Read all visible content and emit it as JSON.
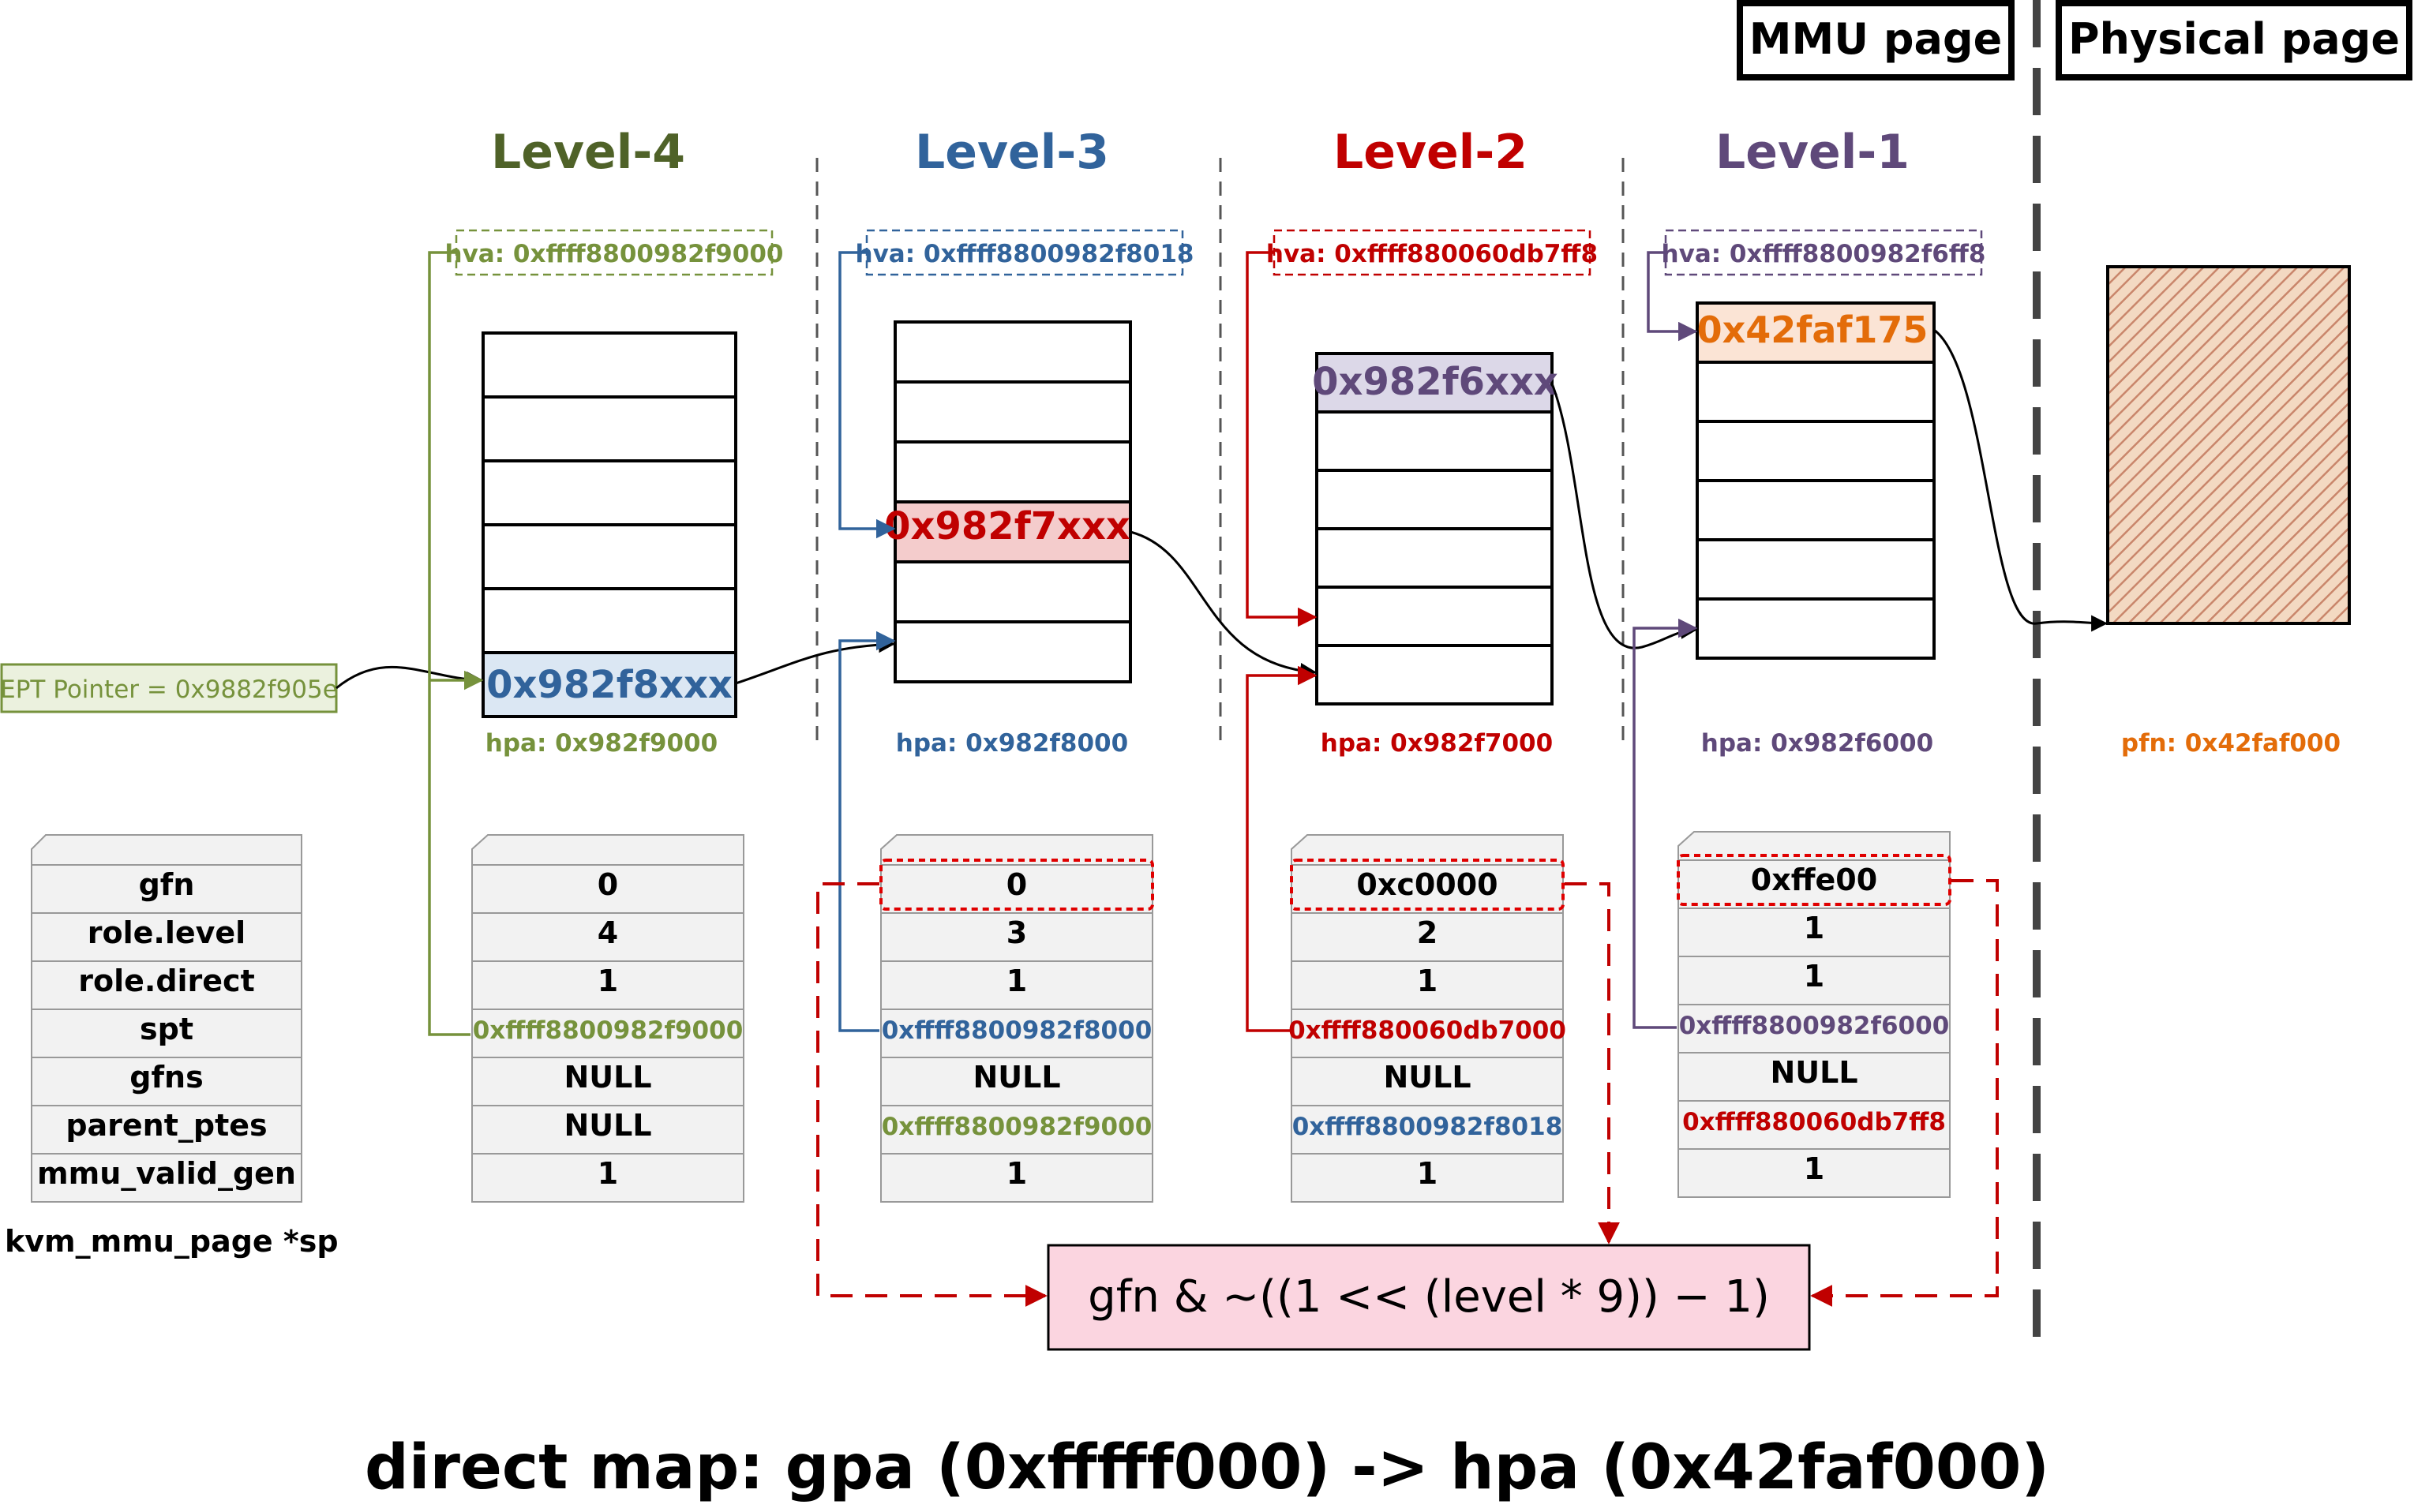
{
  "header": {
    "mmu_label": "MMU page",
    "physical_label": "Physical page"
  },
  "colors": {
    "l4": "#76923c",
    "l4_title": "#4f6228",
    "l3": "#31639b",
    "l2": "#c00000",
    "l1": "#5f497a",
    "pfn": "#e36c09",
    "l4_box": "#dbe7f3",
    "l3_box": "#f4cccc",
    "l2_box": "#dcd8e8",
    "l1_box": "#fbe4d5",
    "formula_bg": "#fbd5e0"
  },
  "ept_pointer": "EPT Pointer = 0x9882f905e",
  "levels": [
    {
      "title": "Level-4",
      "hva": "hva: 0xffff8800982f9000",
      "entry": "0x982f8xxx",
      "hpa": "hpa: 0x982f9000",
      "sp": [
        "0",
        "4",
        "1",
        "0xffff8800982f9000",
        "NULL",
        "NULL",
        "1"
      ]
    },
    {
      "title": "Level-3",
      "hva": "hva: 0xffff8800982f8018",
      "entry": "0x982f7xxx",
      "hpa": "hpa: 0x982f8000",
      "sp": [
        "0",
        "3",
        "1",
        "0xffff8800982f8000",
        "NULL",
        "0xffff8800982f9000",
        "1"
      ]
    },
    {
      "title": "Level-2",
      "hva": "hva: 0xffff880060db7ff8",
      "entry": "0x982f6xxx",
      "hpa": "hpa: 0x982f7000",
      "sp": [
        "0xc0000",
        "2",
        "1",
        "0xffff880060db7000",
        "NULL",
        "0xffff8800982f8018",
        "1"
      ]
    },
    {
      "title": "Level-1",
      "hva": "hva: 0xffff8800982f6ff8",
      "entry": "0x42faf175",
      "hpa": "hpa: 0x982f6000",
      "sp": [
        "0xffe00",
        "1",
        "1",
        "0xffff8800982f6000",
        "NULL",
        "0xffff880060db7ff8",
        "1"
      ]
    }
  ],
  "pfn": "pfn: 0x42faf000",
  "struct_fields": [
    "gfn",
    "role.level",
    "role.direct",
    "spt",
    "gfns",
    "parent_ptes",
    "mmu_valid_gen"
  ],
  "struct_name": "kvm_mmu_page *sp",
  "formula": "gfn & ~((1 << (level * 9))   −  1)",
  "caption": "direct map: gpa (0xfffff000) -> hpa (0x42faf000)"
}
